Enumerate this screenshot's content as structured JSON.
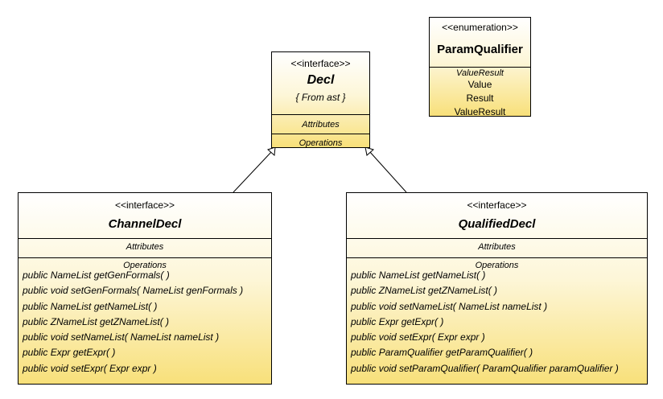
{
  "decl": {
    "stereotype": "<<interface>>",
    "name": "Decl",
    "note": "{ From ast }",
    "attributes_label": "Attributes",
    "operations_label": "Operations"
  },
  "param_qualifier": {
    "stereotype": "<<enumeration>>",
    "name": "ParamQualifier",
    "section_label": "ValueResult",
    "literals": [
      "Value",
      "Result",
      "ValueResult"
    ]
  },
  "channel_decl": {
    "stereotype": "<<interface>>",
    "name": "ChannelDecl",
    "attributes_label": "Attributes",
    "operations_label": "Operations",
    "operations": [
      "public NameList  getGenFormals(  )",
      "public void  setGenFormals( NameList genFormals )",
      "public NameList  getNameList(  )",
      "public ZNameList  getZNameList(  )",
      "public void  setNameList( NameList nameList )",
      "public Expr  getExpr(  )",
      "public void  setExpr( Expr expr )"
    ]
  },
  "qualified_decl": {
    "stereotype": "<<interface>>",
    "name": "QualifiedDecl",
    "attributes_label": "Attributes",
    "operations_label": "Operations",
    "operations": [
      "public NameList  getNameList(  )",
      "public ZNameList  getZNameList(  )",
      "public void  setNameList( NameList nameList )",
      "public Expr  getExpr(  )",
      "public void  setExpr( Expr expr )",
      "public ParamQualifier  getParamQualifier(  )",
      "public void  setParamQualifier( ParamQualifier paramQualifier )"
    ]
  }
}
